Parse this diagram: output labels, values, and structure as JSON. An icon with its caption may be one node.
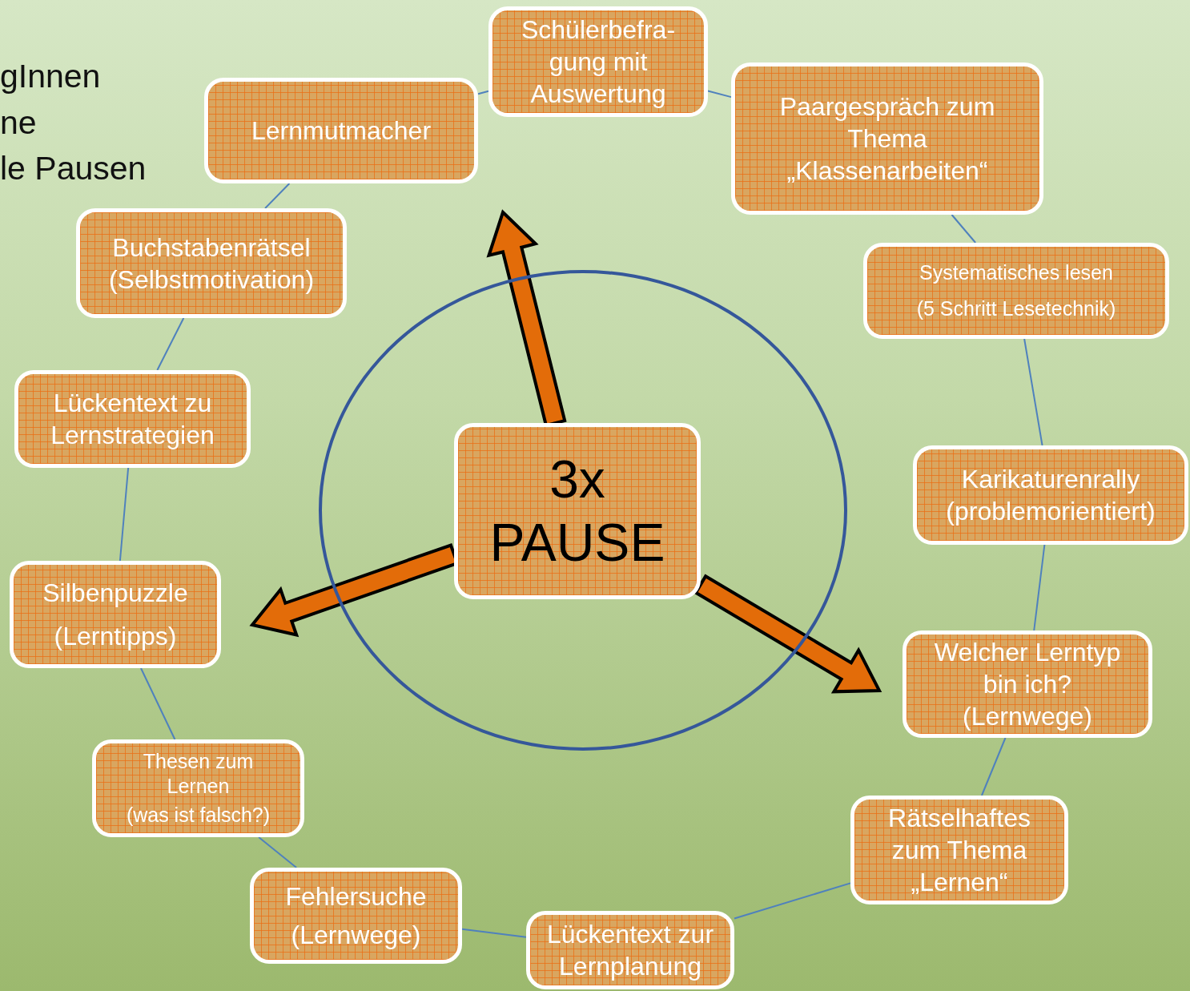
{
  "diagram": {
    "nodes": [
      {
        "text": [],
        "shape": "circle"
      },
      {
        "text": [
          "3x PAUSE"
        ],
        "in": 0
      },
      {
        "text": [
          "Schülerbefra-gung mit Auswertung"
        ]
      },
      {
        "text": [
          "Paargespräch zum Thema „Klassenarbeiten“"
        ]
      },
      {
        "text": [
          "Systematisches lesen",
          "(5 Schritt Lesetechnik)"
        ]
      },
      {
        "text": [
          "Karikaturenrally (problemorientiert)"
        ]
      },
      {
        "text": [
          "Welcher Lerntyp bin ich?",
          "(Lernwege)"
        ]
      },
      {
        "text": [
          "Rätselhaftes zum Thema „Lernen“"
        ]
      },
      {
        "text": [
          "Lückentext zur Lernplanung"
        ]
      },
      {
        "text": [
          "Fehlersuche",
          "(Lernwege)"
        ]
      },
      {
        "text": [
          "Thesen zum Lernen",
          "(was ist falsch?)"
        ]
      },
      {
        "text": [
          "Silbenpuzzle",
          "(Lerntipps)"
        ]
      },
      {
        "text": [
          "Lückentext zu Lernstrategien"
        ]
      },
      {
        "text": [
          "Buchstabenrätsel (Selbstmotivation)"
        ]
      },
      {
        "text": [
          "Lernmutmacher"
        ]
      }
    ],
    "edges": [
      {
        "from": 2,
        "to": 3,
        "arrow": "none"
      },
      {
        "from": 3,
        "to": 4,
        "arrow": "none"
      },
      {
        "from": 4,
        "to": 5,
        "arrow": "none"
      },
      {
        "from": 5,
        "to": 6,
        "arrow": "none"
      },
      {
        "from": 6,
        "to": 7,
        "arrow": "none"
      },
      {
        "from": 7,
        "to": 8,
        "arrow": "none"
      },
      {
        "from": 8,
        "to": 9,
        "arrow": "none"
      },
      {
        "from": 9,
        "to": 10,
        "arrow": "none"
      },
      {
        "from": 10,
        "to": 11,
        "arrow": "none"
      },
      {
        "from": 11,
        "to": 12,
        "arrow": "none"
      },
      {
        "from": 12,
        "to": 13,
        "arrow": "none"
      },
      {
        "from": 13,
        "to": 14,
        "arrow": "none"
      },
      {
        "from": 14,
        "to": 2,
        "arrow": "none"
      },
      {
        "from": 1,
        "to": null,
        "arrow": "to",
        "style": "thick",
        "color": "#e36c09"
      },
      {
        "from": 1,
        "to": null,
        "arrow": "to",
        "style": "thick",
        "color": "#e36c09"
      },
      {
        "from": 1,
        "to": null,
        "arrow": "to",
        "style": "thick",
        "color": "#e36c09"
      }
    ],
    "labels": [
      "gInnen",
      "ne",
      "le Pausen"
    ]
  }
}
